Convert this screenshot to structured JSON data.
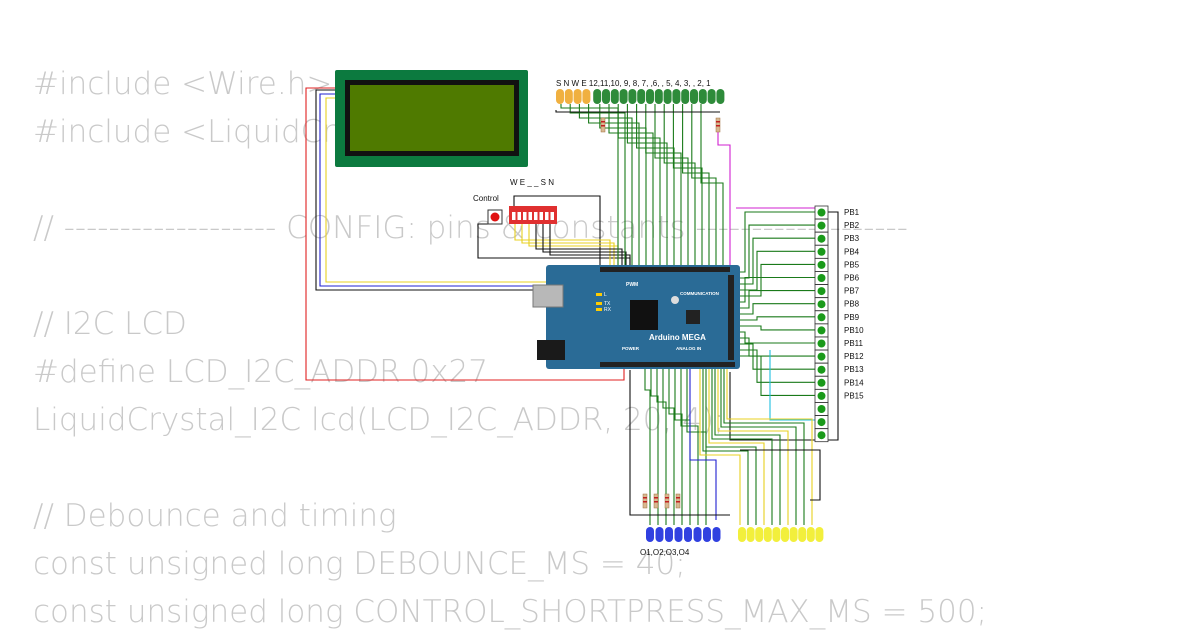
{
  "code": {
    "lines": [
      "#include <Wire.h>",
      "#include <LiquidCrystal_I2C.h>",
      "",
      "// ------------------- CONFIG: pins & constants -------------------",
      "",
      "// I2C LCD",
      "#define LCD_I2C_ADDR 0x27",
      "LiquidCrystal_I2C lcd(LCD_I2C_ADDR, 20, 4);",
      "",
      "// Debounce and timing",
      "const unsigned long DEBOUNCE_MS = 40;",
      "const unsigned long CONTROL_SHORTPRESS_MAX_MS = 500;"
    ]
  },
  "circuit": {
    "board_label": "Arduino MEGA",
    "board_pwm": "PWM",
    "board_comm": "COMMUNICATION",
    "board_power": "POWER",
    "board_analog": "ANALOG IN",
    "board_l": "L",
    "board_tx": "TX",
    "board_rx": "RX",
    "top_led_labels": "S N W E  12,11,10, 9, 8, 7, ,6, , 5, 4, 3, , 2, 1",
    "dip_labels": "W E _ _ S N",
    "control_label": "Control",
    "buttons": [
      "PB1",
      "PB2",
      "PB3",
      "PB4",
      "PB5",
      "PB6",
      "PB7",
      "PB8",
      "PB9",
      "PB10",
      "PB11",
      "PB12",
      "PB13",
      "PB14",
      "PB15"
    ],
    "bottom_blue_label": "O1,O2,O3,O4",
    "colors": {
      "lcd_frame": "#0c7a3f",
      "lcd_screen": "#4f7a00",
      "board": "#2a6b96",
      "led_orange": "#f0b040",
      "led_green": "#2e8b3a",
      "led_blue": "#3040e0",
      "led_yellow": "#f2ef3c",
      "dip": "#e03030",
      "wire_green": "#1a7a1a",
      "wire_black": "#111111",
      "wire_red": "#e02020",
      "wire_blue": "#2020d0",
      "wire_yellow": "#e8d020",
      "wire_magenta": "#d020d0",
      "wire_cyan": "#20c0e0"
    }
  }
}
